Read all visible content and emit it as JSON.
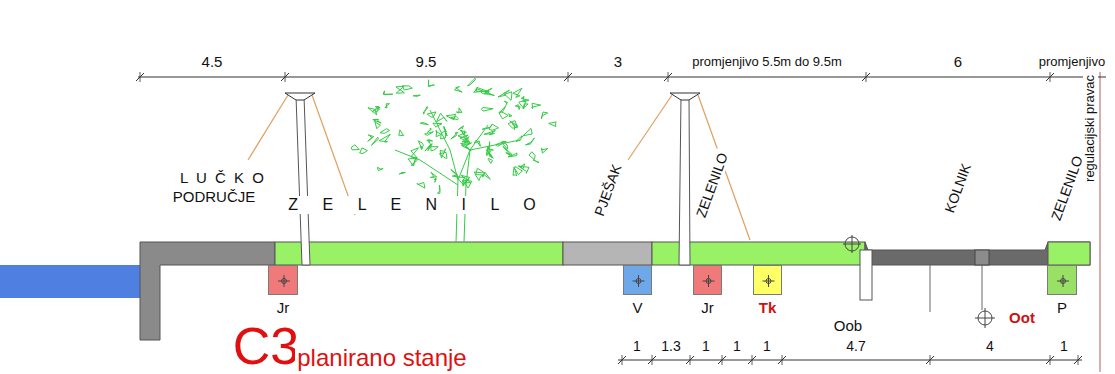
{
  "diagram": {
    "nodes": [
      {
        "text": [
          "Jr"
        ]
      },
      {
        "text": [
          "V"
        ]
      },
      {
        "text": [
          "Jr"
        ]
      },
      {
        "text": [
          "Tk"
        ]
      },
      {
        "text": [
          "P"
        ]
      }
    ],
    "labels": [
      "4.5",
      "9.5",
      "3",
      "promjenjivo 5.5m do 9.5m",
      "6",
      "promjenjivo",
      "regulacijski pravac",
      "L U Č K O",
      "PODRUČJE",
      "Z E L E N I L O",
      "PJEŠAK",
      "ZELENILO",
      "KOLNIK",
      "ZELENILO",
      "Oob",
      "Oot",
      "C3",
      "planirano stanje",
      "1",
      "1.3",
      "1",
      "1",
      "1",
      "4.7",
      "4",
      "1"
    ]
  }
}
